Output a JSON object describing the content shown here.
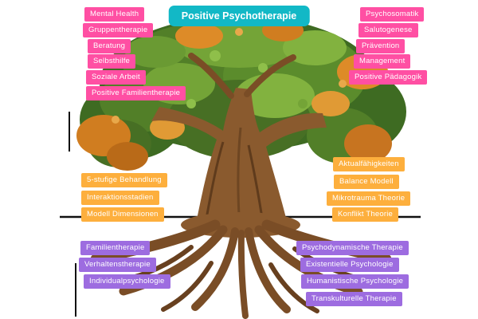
{
  "title": "Positive Psychotherapie",
  "colors": {
    "title_bg": "#12b8c6",
    "pink": "#ff4fa3",
    "orange": "#fdaf3d",
    "purple": "#9d6ce0"
  },
  "groups": {
    "top_left": [
      "Mental Health",
      "Gruppentherapie",
      "Beratung",
      "Selbsthilfe",
      "Soziale Arbeit",
      "Positive Familientherapie"
    ],
    "top_right": [
      "Psychosomatik",
      "Salutogenese",
      "Prävention",
      "Management",
      "Positive Pädagogik"
    ],
    "mid_left": [
      "5-stufige Behandlung",
      "Interaktionsstadien",
      "Modell Dimensionen"
    ],
    "mid_right": [
      "Aktualfähigkeiten",
      "Balance Modell",
      "Mikrotrauma Theorie",
      "Konflikt Theorie"
    ],
    "bottom_left": [
      "Familientherapie",
      "Verhaltenstherapie",
      "Individualpsychologie"
    ],
    "bottom_right": [
      "Psychodynamische Therapie",
      "Existentielle Psychologie",
      "Humanistische Psychologie",
      "Transkulturelle Therapie"
    ]
  }
}
